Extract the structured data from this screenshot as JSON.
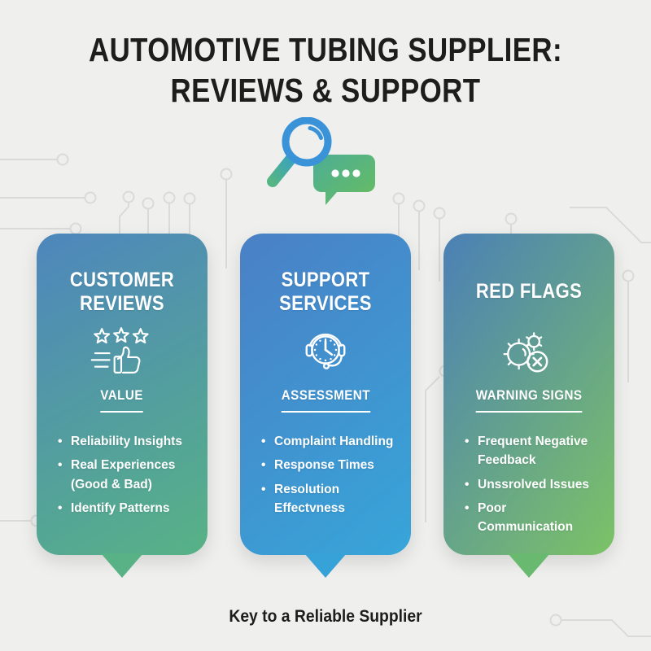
{
  "page": {
    "background_color": "#efefed",
    "circuit_line_color": "#dadad8",
    "title_color": "#1d1d1b",
    "card_text_color": "#ffffff"
  },
  "title": {
    "text": "AUTOMOTIVE TUBING SUPPLIER:\nREVIEWS & SUPPORT"
  },
  "hero": {
    "icon": "magnifier-chat-icon",
    "magnifier_color": "#3a93d9",
    "handle_from": "#3da4b8",
    "handle_to": "#55b583",
    "bubble_from": "#4cae96",
    "bubble_to": "#68bd5f"
  },
  "cards": [
    {
      "heading": "CUSTOMER\nREVIEWS",
      "icon": "rating-thumbs-up-icon",
      "subheading": "VALUE",
      "bullets": [
        "Reliability Insights",
        "Real Experiences\n(Good & Bad)",
        "Identify Patterns"
      ],
      "gradient": {
        "angle": "150deg",
        "from": "#4e86bd",
        "to": "#57b285"
      },
      "tail_color": "#58b286"
    },
    {
      "heading": "SUPPORT\nSERVICES",
      "icon": "headset-clock-icon",
      "subheading": "ASSESSMENT",
      "bullets": [
        "Complaint Handling",
        "Response Times",
        "Resolution Effectvness"
      ],
      "gradient": {
        "angle": "140deg",
        "from": "#4a80c5",
        "to": "#37a5d9"
      },
      "tail_color": "#36a2d7"
    },
    {
      "heading": "RED FLAGS",
      "icon": "gears-error-icon",
      "subheading": "WARNING SIGNS",
      "bullets": [
        "Frequent Negative\nFeedback",
        "Unssrolved Issues",
        "Poor Communication"
      ],
      "gradient": {
        "angle": "125deg",
        "from": "#4b80b6",
        "to": "#7cc266"
      },
      "tail_color": "#69ba70"
    }
  ],
  "footer": {
    "caption": "Key to a Reliable Supplier"
  }
}
